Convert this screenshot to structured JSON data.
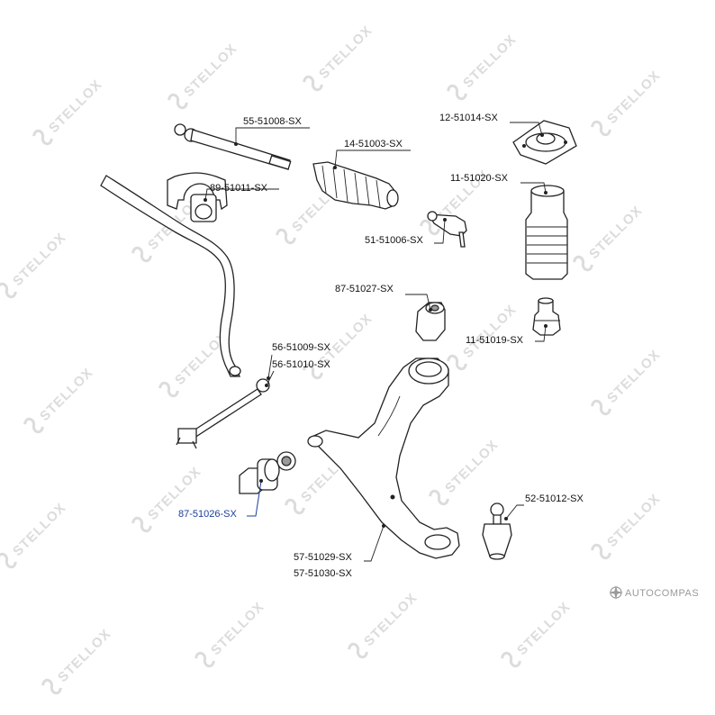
{
  "watermark": {
    "text": "STELLOX"
  },
  "brand": {
    "text": "AUTOCOMPAS"
  },
  "highlight_color": "#1a3f9a",
  "labels": {
    "p55_51008": "55-51008-SX",
    "p14_51003": "14-51003-SX",
    "p12_51014": "12-51014-SX",
    "p11_51020": "11-51020-SX",
    "p89_51011": "89-51011-SX",
    "p51_51006": "51-51006-SX",
    "p87_51027": "87-51027-SX",
    "p11_51019": "11-51019-SX",
    "p56_51009": "56-51009-SX",
    "p56_51010": "56-51010-SX",
    "p87_51026": "87-51026-SX",
    "p52_51012": "52-51012-SX",
    "p57_51029": "57-51029-SX",
    "p57_51030": "57-51030-SX"
  }
}
